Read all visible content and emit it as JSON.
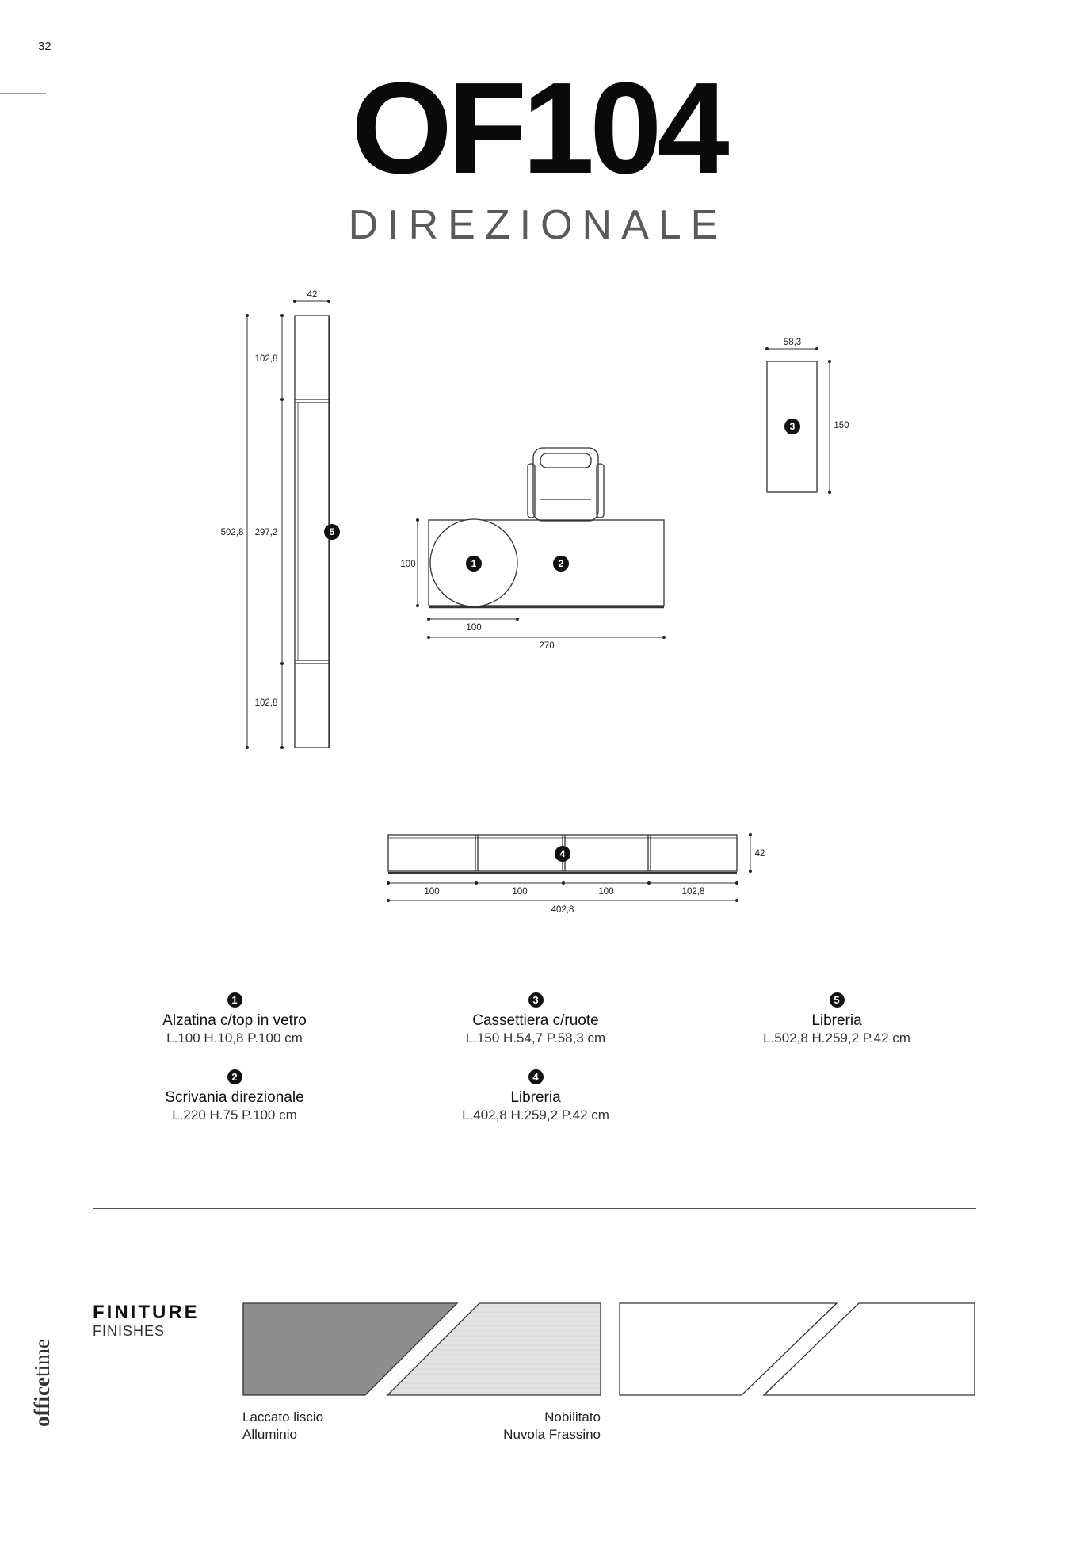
{
  "page_number": "32",
  "brand": {
    "bold": "office",
    "light": "time"
  },
  "title": "OF104",
  "subtitle": "DIREZIONALE",
  "drawing": {
    "libreria5": {
      "depth": "42",
      "top_module": "102,8",
      "middle_module": "297,2",
      "total": "502,8",
      "bottom_module": "102,8",
      "badge": "5"
    },
    "cassettiera3": {
      "width": "58,3",
      "depth": "150",
      "badge": "3"
    },
    "desk": {
      "depth": "100",
      "top_diameter": "100",
      "total_width": "270",
      "badge_top": "1",
      "badge_desk": "2"
    },
    "libreria4": {
      "depth": "42",
      "modules": [
        "100",
        "100",
        "100",
        "102,8"
      ],
      "total": "402,8",
      "badge": "4"
    }
  },
  "items": [
    {
      "num": "1",
      "name": "Alzatina c/top in vetro",
      "dims": "L.100 H.10,8 P.100 cm"
    },
    {
      "num": "3",
      "name": "Cassettiera c/ruote",
      "dims": "L.150 H.54,7 P.58,3 cm"
    },
    {
      "num": "5",
      "name": "Libreria",
      "dims": "L.502,8 H.259,2 P.42 cm"
    },
    {
      "num": "2",
      "name": "Scrivania direzionale",
      "dims": "L.220 H.75 P.100 cm"
    },
    {
      "num": "4",
      "name": "Libreria",
      "dims": "L.402,8 H.259,2 P.42 cm"
    }
  ],
  "finishes": {
    "title": "FINITURE",
    "subtitle": "FINISHES",
    "swatches": [
      {
        "line1": "Laccato liscio",
        "line2": "Alluminio",
        "color": "#8e8e8e"
      },
      {
        "line1": "Nobilitato",
        "line2": "Nuvola Frassino",
        "color": "#e3e3e3"
      }
    ]
  }
}
